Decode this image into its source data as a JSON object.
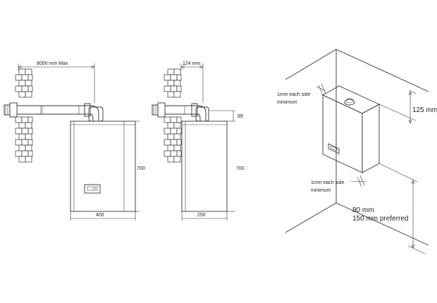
{
  "front_view": {
    "flue_length": "8000 mm Max",
    "height": "700",
    "width": "400"
  },
  "side_view": {
    "flue_offset": "124 mm",
    "top_offset": "89",
    "height": "700",
    "depth": "250"
  },
  "clearance_view": {
    "top_clearance": "125 mm",
    "side_top_line1": "1mm each side",
    "side_top_line2": "minimum",
    "side_bottom_line1": "1mm each side",
    "side_bottom_line2": "minimum",
    "bottom_line1": "80 mm",
    "bottom_line2": "150 mm preferred"
  }
}
